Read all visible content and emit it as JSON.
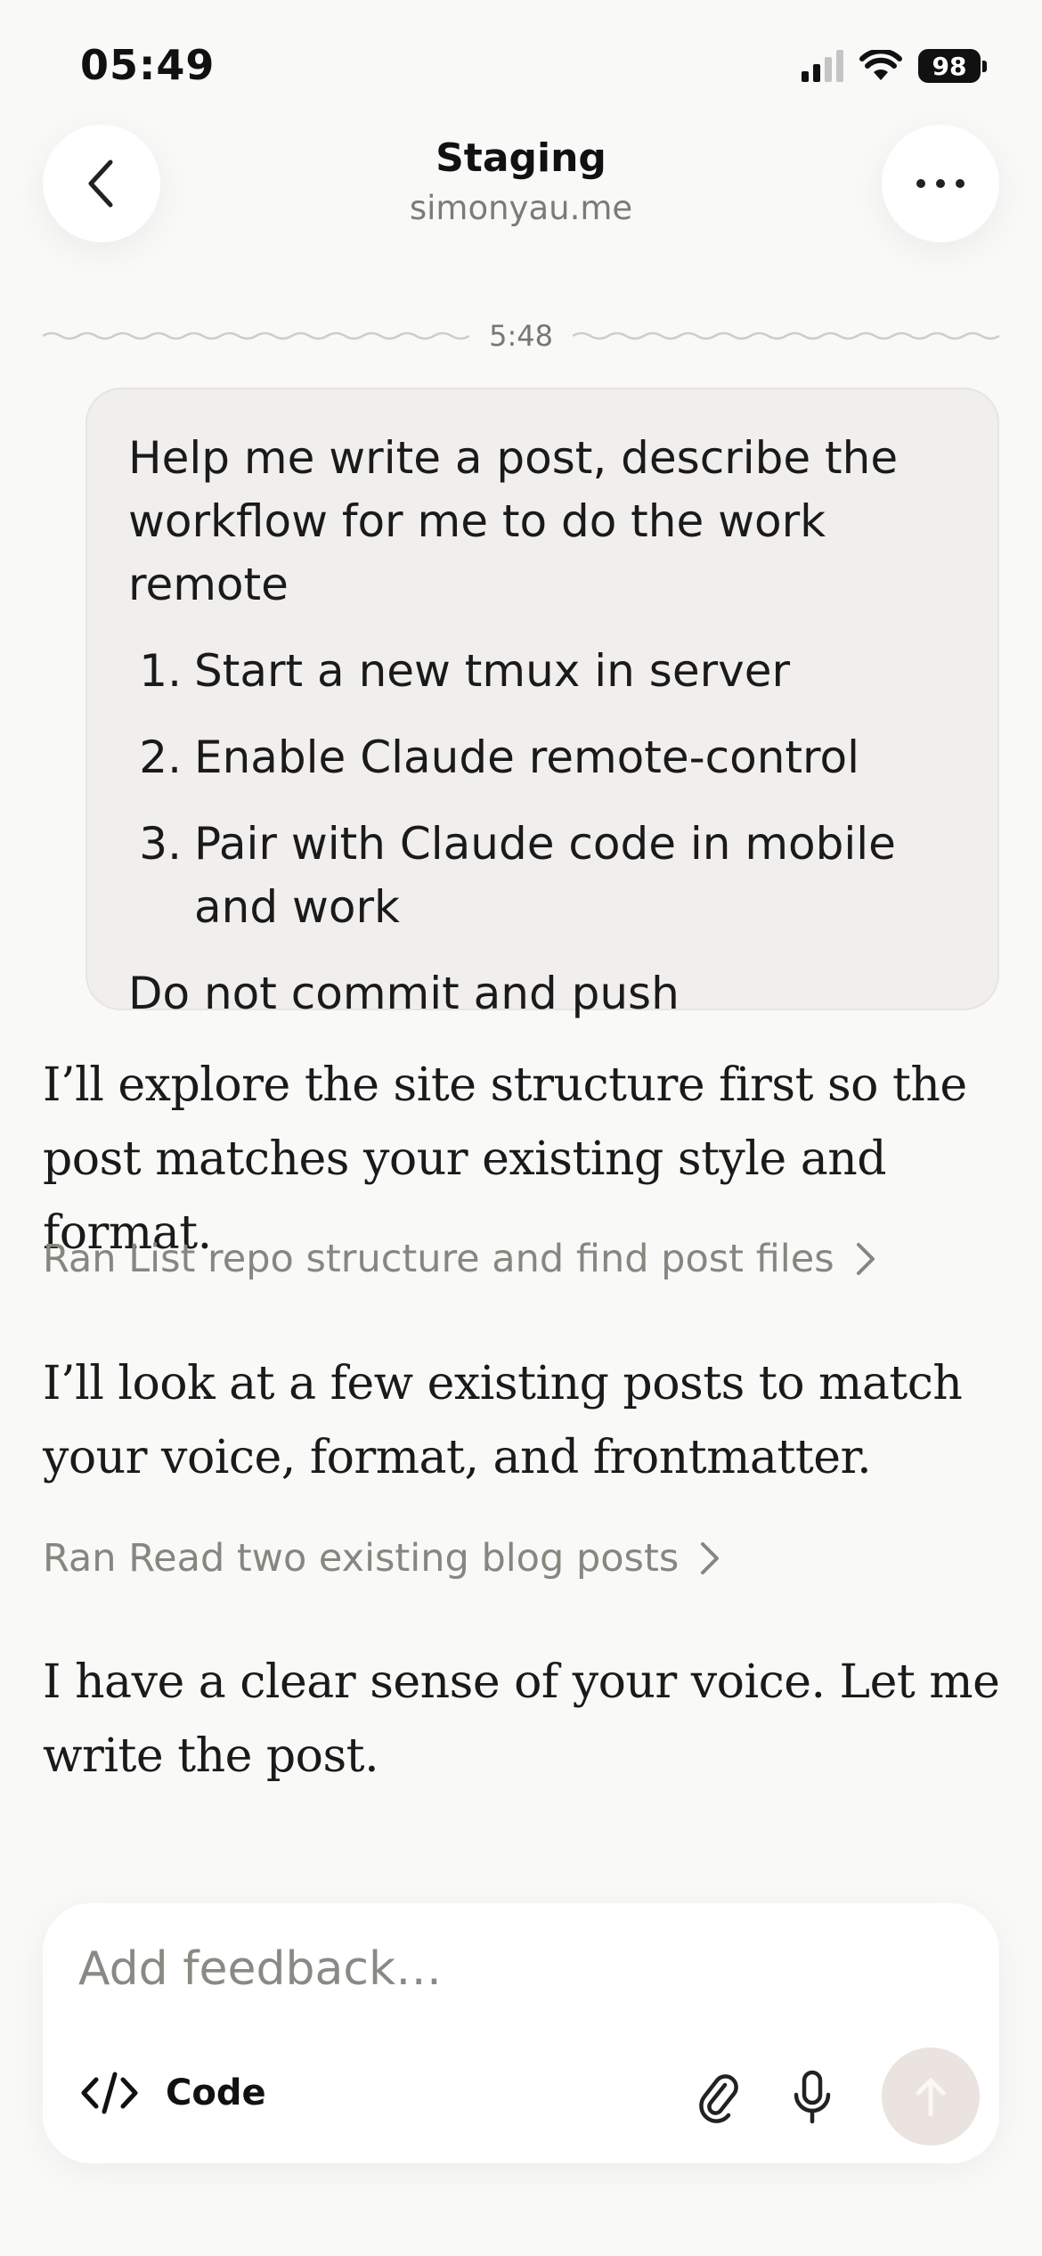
{
  "status_bar": {
    "time": "05:49",
    "battery": "98"
  },
  "header": {
    "title": "Staging",
    "subtitle": "simonyau.me"
  },
  "divider": {
    "time": "5:48"
  },
  "user_message": {
    "intro": "Help me write a post, describe the workflow for me to do the work remote",
    "steps": [
      {
        "num": "1.",
        "text": "Start a new tmux in server"
      },
      {
        "num": "2.",
        "text": "Enable Claude remote-control"
      },
      {
        "num": "3.",
        "text": "Pair with Claude code in mobile and work"
      }
    ],
    "outro": "Do not commit and push"
  },
  "assistant": {
    "message_1": "I’ll explore the site structure first so the post matches your existing style and format.",
    "tool_1": "Ran List repo structure and find post files",
    "message_2": "I’ll look at a few existing posts to match your voice, format, and frontmatter.",
    "tool_2": "Ran Read two existing blog posts",
    "message_3": "I have a clear sense of your voice. Let me write the post."
  },
  "composer": {
    "placeholder": "Add feedback…",
    "mode_label": "Code"
  },
  "colors": {
    "background": "#f9f9f7",
    "bubble": "#f0efed",
    "muted_text": "#87867f",
    "send_button": "#ebe3df"
  }
}
